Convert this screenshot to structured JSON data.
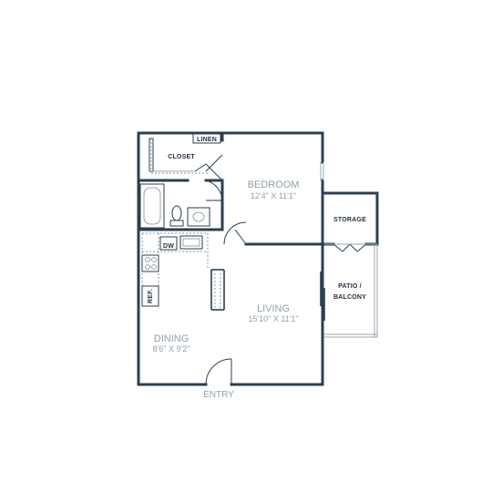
{
  "labels": {
    "linen": "LINEN",
    "closet": "CLOSET",
    "bedroom_name": "BEDROOM",
    "bedroom_dim": "12'4\" X 11'1\"",
    "storage": "STORAGE",
    "patio_line1": "PATIO /",
    "patio_line2": "BALCONY",
    "living_name": "LIVING",
    "living_dim": "15'10\" X 11'1\"",
    "dining_name": "DINING",
    "dining_dim": "8'6\" X 9'2\"",
    "dw": "DW",
    "ref": "REF.",
    "entry": "ENTRY"
  },
  "colors": {
    "wall": "#2b3f52",
    "label_muted": "#8fa1ae",
    "label_dark": "#1f2f3d"
  }
}
